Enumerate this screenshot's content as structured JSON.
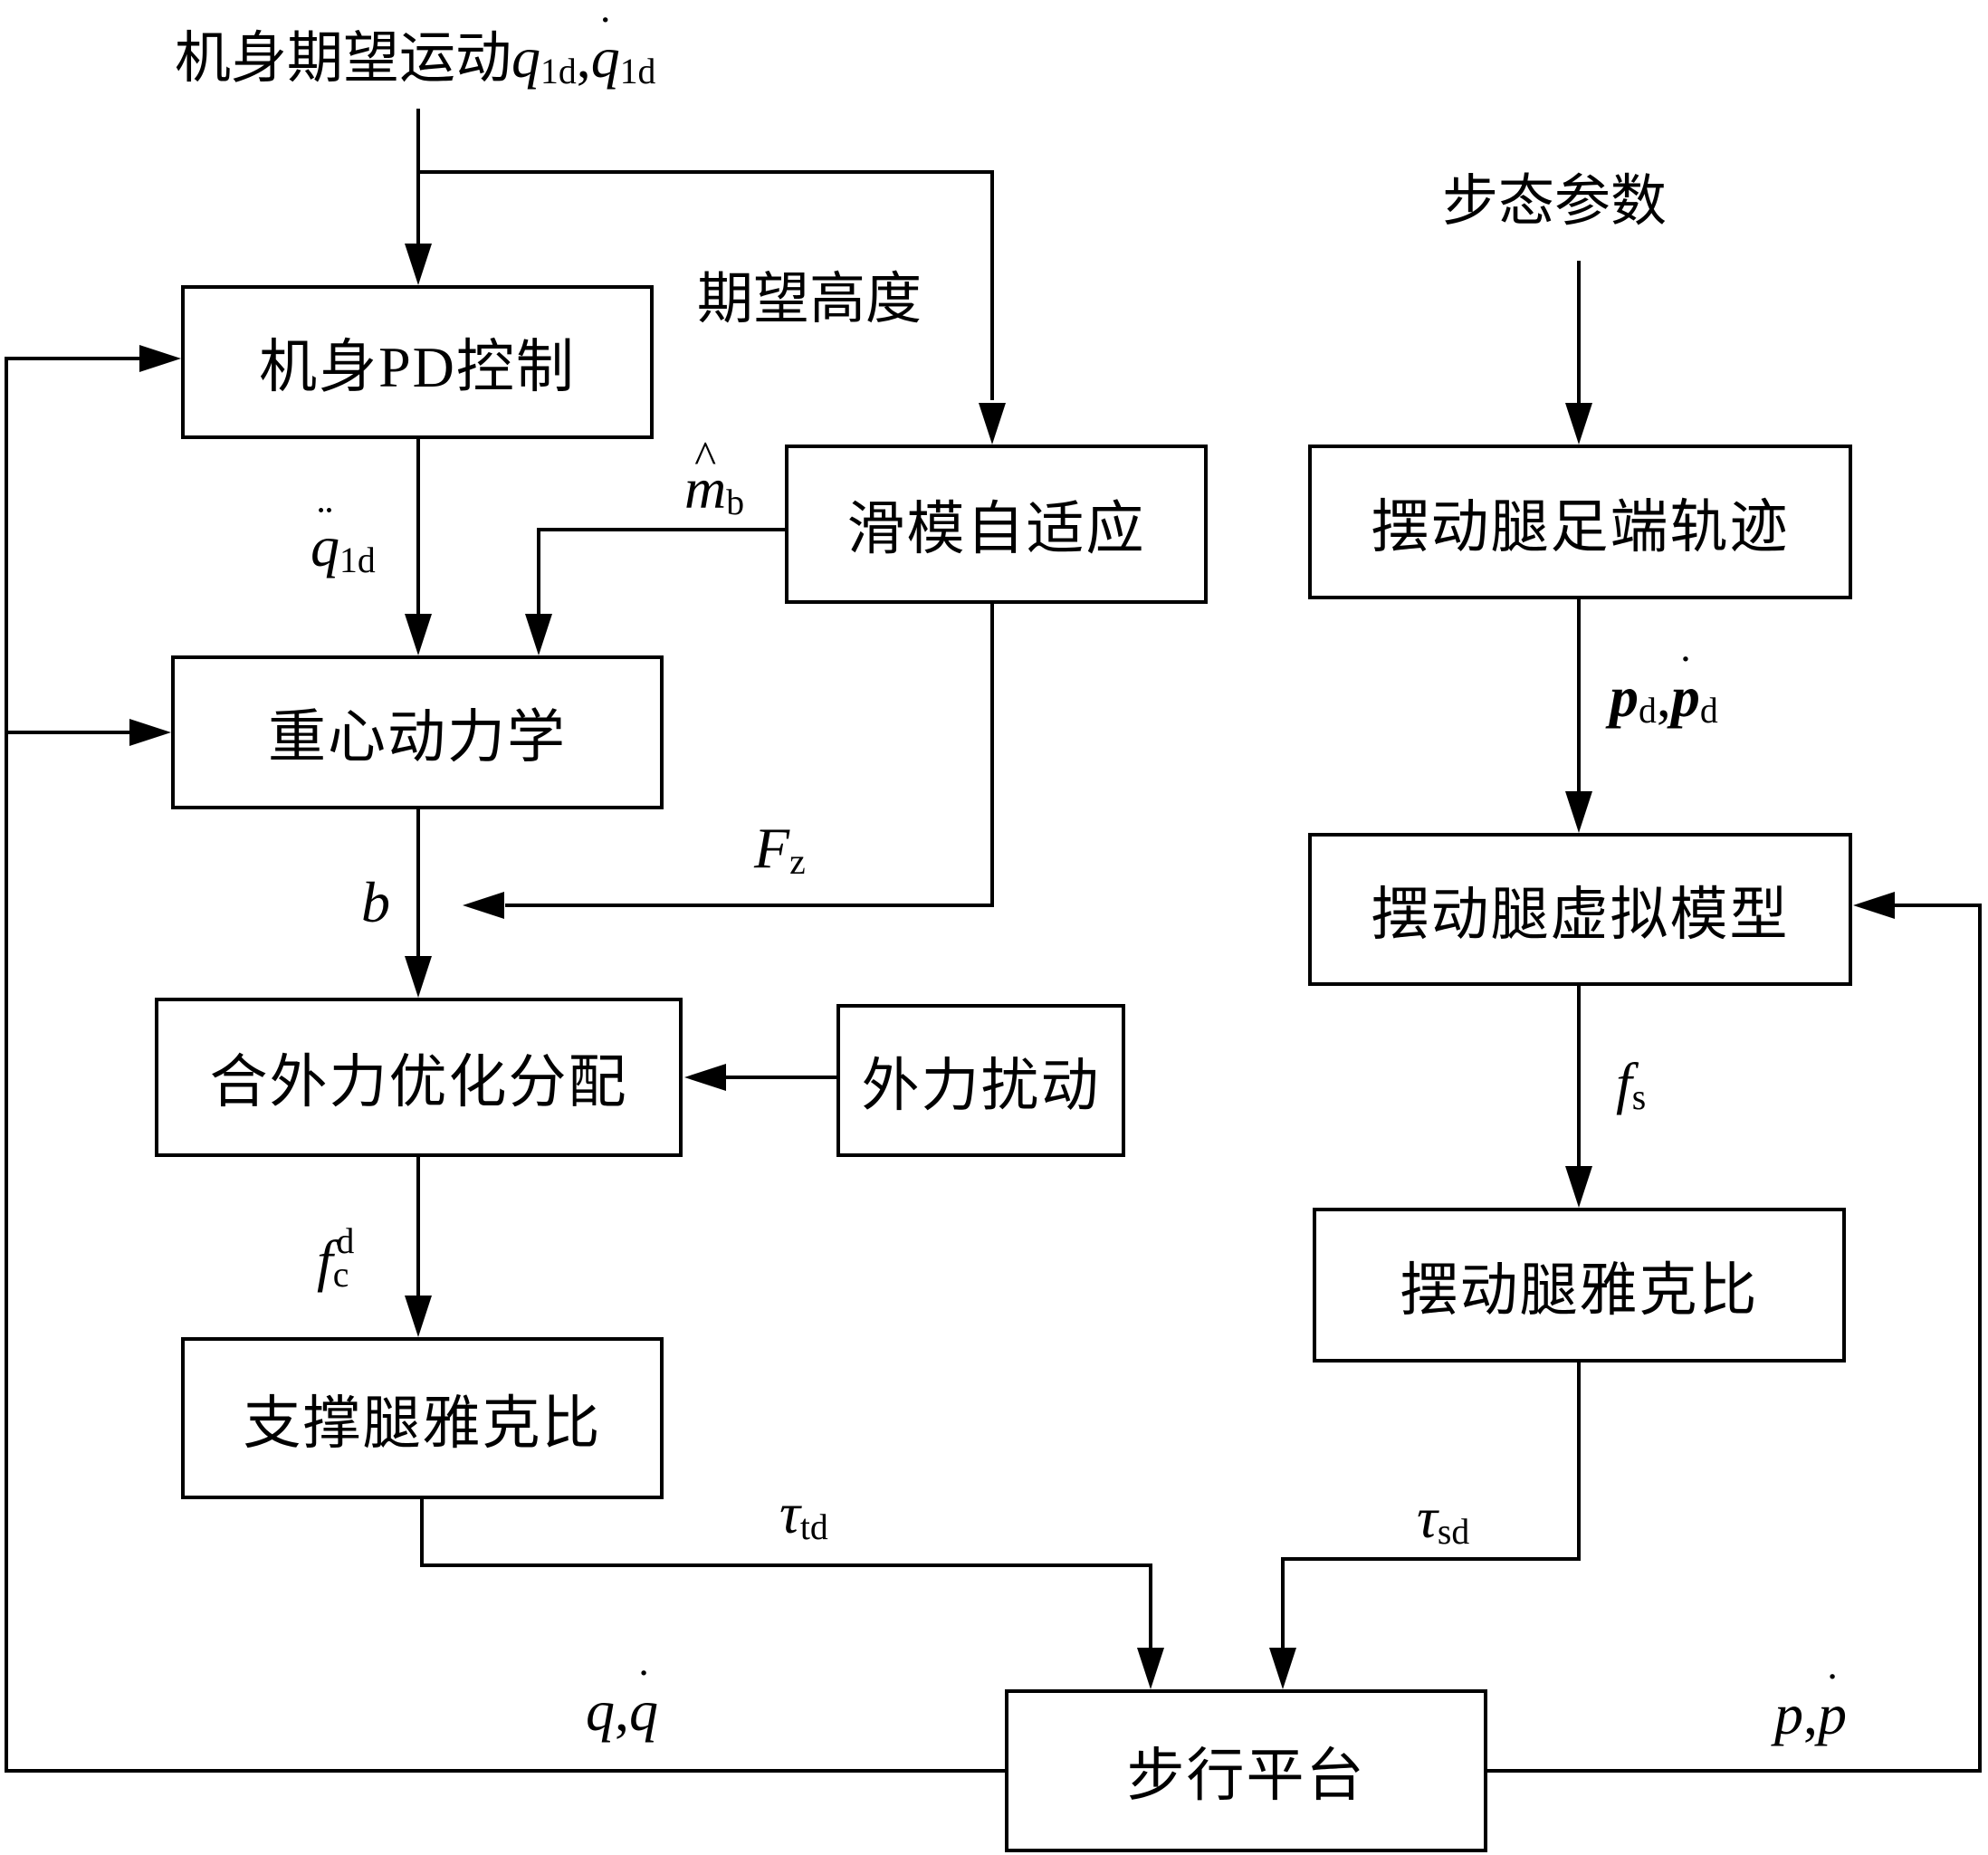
{
  "diagram": {
    "inputs": {
      "body_motion_label": "机身期望运动",
      "body_motion_symbols": {
        "q": "q",
        "sub": "1d",
        "sep": ","
      },
      "desired_height": "期望高度",
      "gait_params": "步态参数"
    },
    "blocks": {
      "body_pd": "机身PD控制",
      "sliding_mode": "滑模自适应",
      "com_dynamics": "重心动力学",
      "force_opt": "合外力优化分配",
      "ext_disturbance": "外力扰动",
      "stance_jacobian": "支撑腿雅克比",
      "swing_traj": "摆动腿足端轨迹",
      "swing_vm": "摆动腿虚拟模型",
      "swing_jacobian": "摆动腿雅克比",
      "walking_platform": "步行平台"
    },
    "signals": {
      "qdd": {
        "base": "q",
        "accent": "¨",
        "sub": "1d"
      },
      "m_hat": {
        "base": "m",
        "accent": "^",
        "sub": "b"
      },
      "Fz": {
        "base": "F",
        "sub": "z"
      },
      "b": {
        "base": "b"
      },
      "fcd": {
        "base": "f",
        "sub": "c",
        "sup": "d"
      },
      "tau_td": {
        "base": "τ",
        "sub": "td"
      },
      "tau_sd": {
        "base": "τ",
        "sub": "sd"
      },
      "q_qdot": {
        "a": "q",
        "sep": ",",
        "b": "q",
        "accent": "˙"
      },
      "p_pdot": {
        "a": "p",
        "sep": ",",
        "b": "p",
        "accent": "˙"
      },
      "pd_pdd": {
        "a": "p",
        "sub": "d",
        "sep": ",",
        "b": "p",
        "accent": "˙"
      },
      "fs": {
        "base": "f",
        "sub": "s"
      },
      "dot": "˙"
    },
    "colors": {
      "line": "#000000",
      "background": "#ffffff"
    }
  }
}
